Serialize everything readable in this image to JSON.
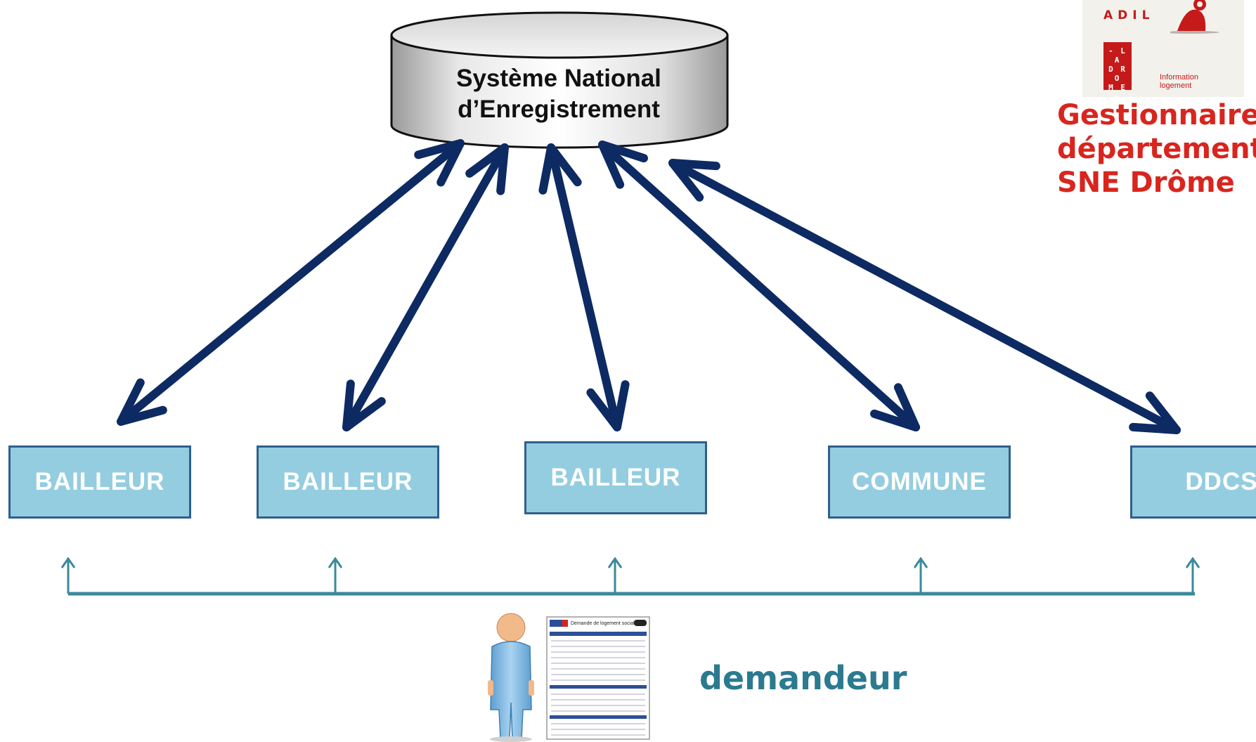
{
  "central": {
    "line1": "Système National",
    "line2": "d’Enregistrement"
  },
  "actors": [
    {
      "label": "BAILLEUR"
    },
    {
      "label": "BAILLEUR"
    },
    {
      "label": "BAILLEUR"
    },
    {
      "label": "COMMUNE"
    },
    {
      "label": "DDCS"
    }
  ],
  "demandeur": {
    "label": "demandeur"
  },
  "form_icon": {
    "title": "Demande de logement social"
  },
  "logo": {
    "adil_text": "ADIL",
    "drome_letters": [
      "- L A",
      "D R O",
      "M E -"
    ],
    "info_line1": "Information",
    "info_line2": "logement"
  },
  "gestionnaire": {
    "line1": "Gestionnaire",
    "line2": "département",
    "line3": "SNE Drôme"
  },
  "colors": {
    "arrow": "#0d2a63",
    "box_fill": "#94cde0",
    "box_border": "#2f5f8c",
    "bus": "#3a8a9c",
    "accent_red": "#d8251e",
    "demandeur": "#2b7a90"
  }
}
